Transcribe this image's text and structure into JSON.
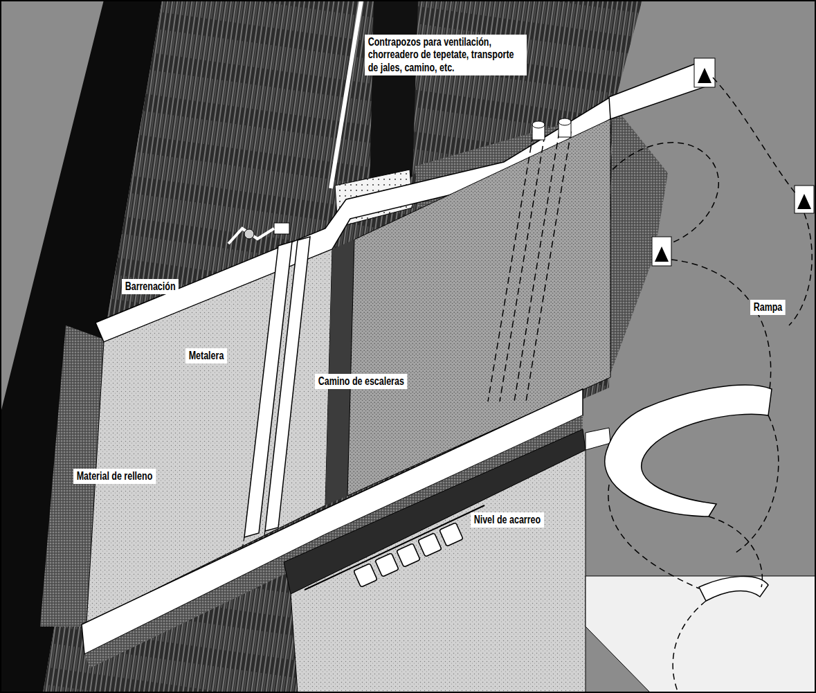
{
  "diagram": {
    "labels": [
      "Contrapozos para ventilación, chorreadero de tepetate, transporte de jales, camino, etc.",
      "Barrenación",
      "Rampa",
      "Metalera",
      "Camino de escaleras",
      "Material de relleno",
      "Nivel de acarreo"
    ]
  }
}
